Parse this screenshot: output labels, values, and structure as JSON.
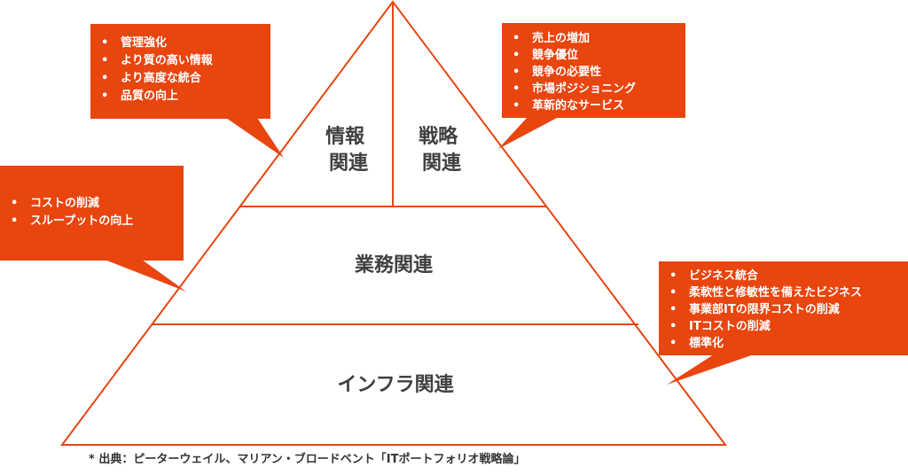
{
  "colors": {
    "accent": "#e8450f",
    "outline": "#e8450f",
    "label": "#404040",
    "callout_text": "#ffffff"
  },
  "pyramid": {
    "top_left": [
      "情報",
      "関連"
    ],
    "top_right": [
      "戦略",
      "関連"
    ],
    "middle": "業務関連",
    "bottom": "インフラ関連"
  },
  "callouts": {
    "info": [
      "管理強化",
      "より質の高い情報",
      "より高度な統合",
      "品質の向上"
    ],
    "strategy": [
      "売上の増加",
      "競争優位",
      "競争の必要性",
      "市場ポジショニング",
      "革新的なサービス"
    ],
    "business": [
      "コストの削減",
      "スループットの向上"
    ],
    "infra": [
      "ビジネス統合",
      "柔軟性と修敏性を備えたビジネス",
      "事業部ITの限界コストの削減",
      "ITコストの削減",
      "標準化"
    ]
  },
  "bullet": "•",
  "footnote": "* 出典：ピーターウェイル、マリアン・ブロードベント「ITポートフォリオ戦略論」"
}
